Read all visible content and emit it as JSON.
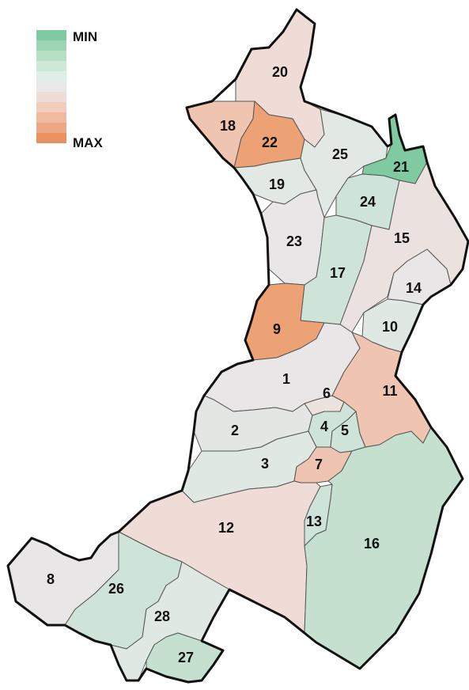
{
  "legend": {
    "min_label": "MIN",
    "max_label": "MAX",
    "colors": [
      "#7fcaa0",
      "#9dd5b4",
      "#b6dfc6",
      "#cde8d8",
      "#dfeee6",
      "#e8e8e8",
      "#efdcd6",
      "#f1cdbd",
      "#efbaa0",
      "#eda785",
      "#ea925f"
    ]
  },
  "palette": {
    "green_strong": "#7fcaa0",
    "green_mid": "#b6dcc7",
    "green_light": "#cfe4d8",
    "neutral_green": "#dfe8e2",
    "neutral": "#e8e6e6",
    "pink_light": "#efdcd6",
    "pink": "#efc4b0",
    "orange": "#eda276",
    "orange_strong": "#ea925f"
  },
  "districts": [
    {
      "id": "1",
      "label": "1",
      "color": "#e8e6e6"
    },
    {
      "id": "2",
      "label": "2",
      "color": "#e4e6e4"
    },
    {
      "id": "3",
      "label": "3",
      "color": "#dfe8e2"
    },
    {
      "id": "4",
      "label": "4",
      "color": "#cfe4d8"
    },
    {
      "id": "5",
      "label": "5",
      "color": "#cfe4d8"
    },
    {
      "id": "6",
      "label": "6",
      "color": "#ece2de"
    },
    {
      "id": "7",
      "label": "7",
      "color": "#efc4b0"
    },
    {
      "id": "8",
      "label": "8",
      "color": "#e8e6e6"
    },
    {
      "id": "9",
      "label": "9",
      "color": "#eda276"
    },
    {
      "id": "10",
      "label": "10",
      "color": "#dfe8e2"
    },
    {
      "id": "11",
      "label": "11",
      "color": "#efc4b0"
    },
    {
      "id": "12",
      "label": "12",
      "color": "#efdcd6"
    },
    {
      "id": "13",
      "label": "13",
      "color": "#cfe4d8"
    },
    {
      "id": "14",
      "label": "14",
      "color": "#e8e6e6"
    },
    {
      "id": "15",
      "label": "15",
      "color": "#ebe2df"
    },
    {
      "id": "16",
      "label": "16",
      "color": "#c6e0d0"
    },
    {
      "id": "17",
      "label": "17",
      "color": "#cfe4d8"
    },
    {
      "id": "18",
      "label": "18",
      "color": "#efc4b0"
    },
    {
      "id": "19",
      "label": "19",
      "color": "#e2e8e4"
    },
    {
      "id": "20",
      "label": "20",
      "color": "#efdcd6"
    },
    {
      "id": "21",
      "label": "21",
      "color": "#7fcaa0"
    },
    {
      "id": "22",
      "label": "22",
      "color": "#eda276"
    },
    {
      "id": "23",
      "label": "23",
      "color": "#e8e6e6"
    },
    {
      "id": "24",
      "label": "24",
      "color": "#cfe4d8"
    },
    {
      "id": "25",
      "label": "25",
      "color": "#e2e8e4"
    },
    {
      "id": "26",
      "label": "26",
      "color": "#cfe4d8"
    },
    {
      "id": "27",
      "label": "27",
      "color": "#c6e0d0"
    },
    {
      "id": "28",
      "label": "28",
      "color": "#dfe8e2"
    }
  ]
}
